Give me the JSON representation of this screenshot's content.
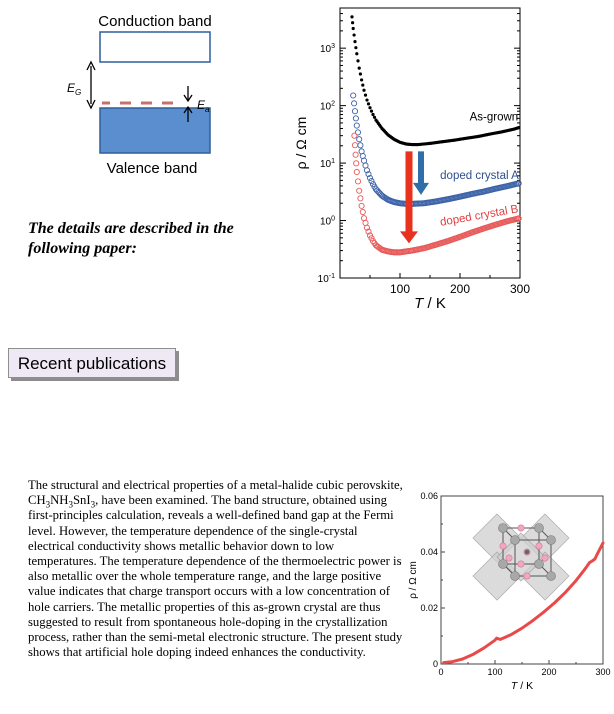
{
  "band_diagram": {
    "conduction_label": "Conduction band",
    "valence_label": "Valence band",
    "gap_label": "E",
    "gap_sub": "G",
    "acceptor_label": "E",
    "acceptor_sub": "a",
    "colors": {
      "valence_fill": "#5b8ecf",
      "acceptor": "#c96f6f",
      "outline": "#2f5f9a"
    }
  },
  "details_heading": "The details are described in the following paper:",
  "publications_button": "Recent publications",
  "abstract": {
    "intro": "The structural and electrical properties of a metal-halide cubic perovskite, ",
    "formula": [
      "CH",
      "3",
      "NH",
      "3",
      "SnI",
      "3"
    ],
    "body": ", have been examined. The band structure, obtained using first-principles calculation, reveals a well-defined band gap at the Fermi level. However, the temperature dependence of the single-crystal electrical conductivity shows metallic behavior down to low temperatures. The temperature dependence of the thermoelectric power is also metallic over the whole temperature range, and the large positive value indicates that charge transport occurs with a low concentration of hole carriers. The metallic properties of this as-grown crystal are thus suggested to result from spontaneous hole-doping in the crystallization process, rather than the semi-metal electronic structure. The present study shows that artificial hole doping indeed enhances the conductivity."
  },
  "chart_data": [
    {
      "type": "scatter",
      "xlabel": "T / K",
      "ylabel": "ρ / Ω cm",
      "xlim": [
        0,
        300
      ],
      "ylim": [
        0.1,
        5000
      ],
      "log_y": true,
      "xticks": [
        100,
        200,
        300
      ],
      "yticks": [
        {
          "value": 0.1,
          "label": "10-1"
        },
        {
          "value": 1,
          "label": "100"
        },
        {
          "value": 10,
          "label": "101"
        },
        {
          "value": 100,
          "label": "102"
        },
        {
          "value": 1000,
          "label": "103"
        }
      ],
      "series": [
        {
          "name": "As-grown",
          "color": "#000000",
          "points": [
            [
              20,
              3500
            ],
            [
              22,
              2200
            ],
            [
              25,
              1300
            ],
            [
              28,
              800
            ],
            [
              32,
              450
            ],
            [
              36,
              280
            ],
            [
              40,
              185
            ],
            [
              45,
              125
            ],
            [
              50,
              92
            ],
            [
              55,
              70
            ],
            [
              60,
              56
            ],
            [
              70,
              40
            ],
            [
              80,
              31
            ],
            [
              90,
              26
            ],
            [
              100,
              23
            ],
            [
              110,
              21.5
            ],
            [
              120,
              21
            ],
            [
              130,
              21
            ],
            [
              150,
              22
            ],
            [
              170,
              23.5
            ],
            [
              190,
              25
            ],
            [
              210,
              27
            ],
            [
              230,
              29
            ],
            [
              250,
              32
            ],
            [
              270,
              35
            ],
            [
              290,
              39
            ],
            [
              300,
              42
            ]
          ]
        },
        {
          "name": "doped crystal A",
          "color": "#3d63a8",
          "points": [
            [
              22,
              150
            ],
            [
              25,
              80
            ],
            [
              28,
              45
            ],
            [
              32,
              26
            ],
            [
              36,
              16
            ],
            [
              40,
              11
            ],
            [
              45,
              7.5
            ],
            [
              50,
              5.5
            ],
            [
              55,
              4.3
            ],
            [
              60,
              3.5
            ],
            [
              70,
              2.7
            ],
            [
              80,
              2.3
            ],
            [
              90,
              2.1
            ],
            [
              100,
              2.0
            ],
            [
              110,
              1.95
            ],
            [
              120,
              1.95
            ],
            [
              140,
              2.0
            ],
            [
              160,
              2.15
            ],
            [
              180,
              2.35
            ],
            [
              200,
              2.6
            ],
            [
              220,
              2.9
            ],
            [
              240,
              3.2
            ],
            [
              260,
              3.6
            ],
            [
              280,
              4.0
            ],
            [
              300,
              4.5
            ]
          ]
        },
        {
          "name": "doped crystal B",
          "color": "#e85a5a",
          "points": [
            [
              24,
              30
            ],
            [
              26,
              14
            ],
            [
              28,
              7
            ],
            [
              32,
              3.3
            ],
            [
              36,
              1.8
            ],
            [
              40,
              1.1
            ],
            [
              45,
              0.75
            ],
            [
              50,
              0.55
            ],
            [
              55,
              0.44
            ],
            [
              60,
              0.37
            ],
            [
              70,
              0.31
            ],
            [
              80,
              0.29
            ],
            [
              90,
              0.28
            ],
            [
              100,
              0.28
            ],
            [
              110,
              0.29
            ],
            [
              120,
              0.3
            ],
            [
              140,
              0.33
            ],
            [
              160,
              0.38
            ],
            [
              180,
              0.44
            ],
            [
              200,
              0.52
            ],
            [
              220,
              0.62
            ],
            [
              240,
              0.73
            ],
            [
              260,
              0.85
            ],
            [
              280,
              0.98
            ],
            [
              300,
              1.1
            ]
          ]
        }
      ],
      "annotations": [
        {
          "kind": "arrow",
          "color": "#e8321e",
          "from": [
            115,
            16
          ],
          "to": [
            115,
            0.4
          ]
        },
        {
          "kind": "arrow",
          "color": "#2f6ea8",
          "from": [
            135,
            16
          ],
          "to": [
            135,
            2.8
          ]
        }
      ]
    },
    {
      "type": "line",
      "xlabel": "T / K",
      "ylabel": "ρ / Ω cm",
      "xlim": [
        0,
        300
      ],
      "ylim": [
        0,
        0.06
      ],
      "xticks": [
        0,
        100,
        200,
        300
      ],
      "xtick_labels": [
        "0",
        "100",
        "200",
        "300"
      ],
      "yticks": [
        0,
        0.02,
        0.04,
        0.06
      ],
      "ytick_labels": [
        "0",
        "0.02",
        "0.04",
        "0.06"
      ],
      "series": [
        {
          "color": "#e84a4a",
          "points": [
            [
              5,
              0.0005
            ],
            [
              20,
              0.0008
            ],
            [
              40,
              0.0018
            ],
            [
              60,
              0.0035
            ],
            [
              80,
              0.0058
            ],
            [
              100,
              0.0085
            ],
            [
              103,
              0.0092
            ],
            [
              110,
              0.0088
            ],
            [
              130,
              0.0105
            ],
            [
              150,
              0.0128
            ],
            [
              170,
              0.0155
            ],
            [
              190,
              0.0185
            ],
            [
              210,
              0.0218
            ],
            [
              230,
              0.0255
            ],
            [
              250,
              0.0298
            ],
            [
              265,
              0.0335
            ],
            [
              275,
              0.0362
            ],
            [
              280,
              0.0368
            ],
            [
              285,
              0.0375
            ],
            [
              290,
              0.0395
            ],
            [
              300,
              0.0432
            ]
          ]
        }
      ]
    }
  ]
}
